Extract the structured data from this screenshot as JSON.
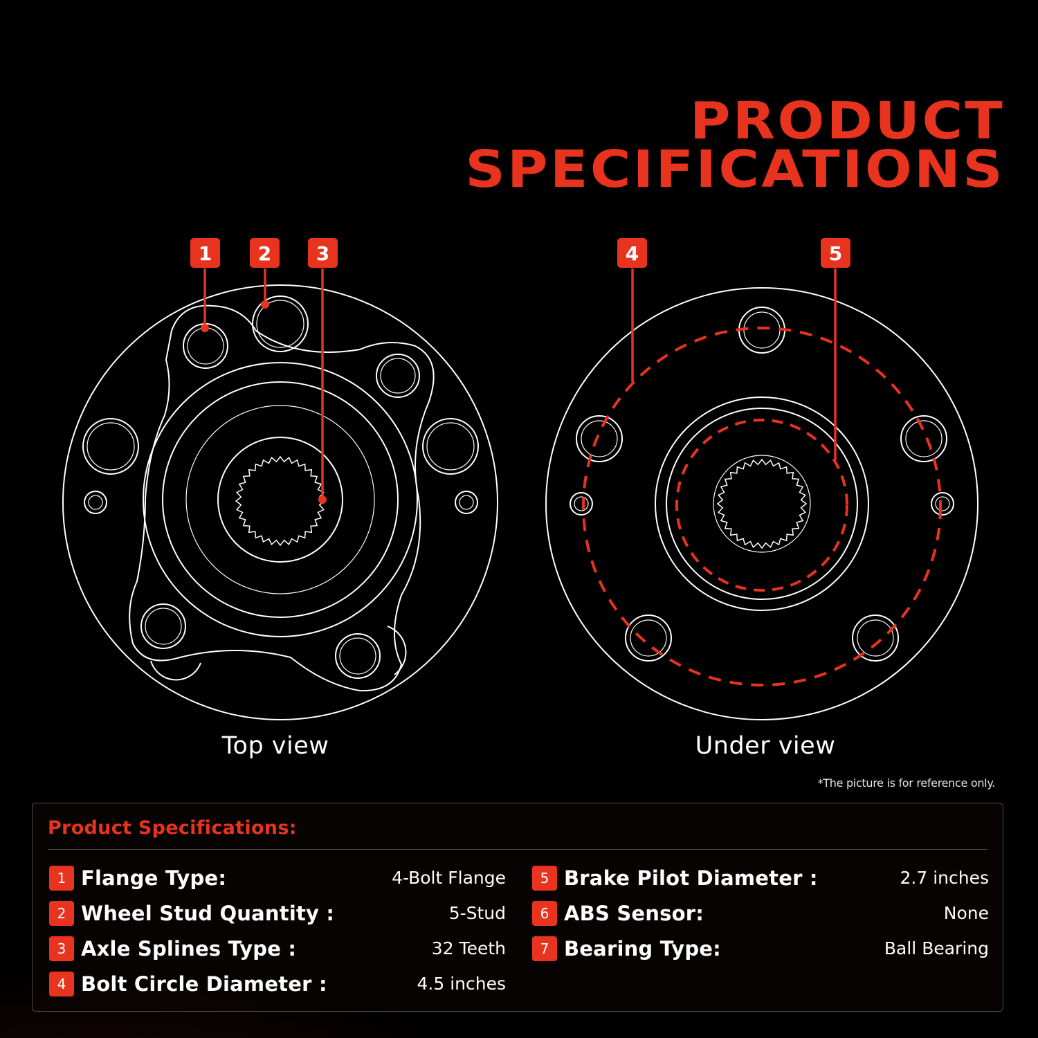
{
  "title": {
    "line1": "PRODUCT",
    "line2": "SPECIFICATIONS"
  },
  "colors": {
    "accent": "#e8331f",
    "background": "#000000",
    "line": "#ffffff"
  },
  "callouts": [
    "1",
    "2",
    "3",
    "4",
    "5"
  ],
  "views": {
    "top": "Top view",
    "under": "Under view"
  },
  "disclaimer": "*The picture is for reference only.",
  "specs": {
    "heading": "Product Specifications:",
    "left": [
      {
        "num": "1",
        "label": "Flange Type:",
        "value": "4-Bolt Flange"
      },
      {
        "num": "2",
        "label": "Wheel Stud Quantity :",
        "value": "5-Stud"
      },
      {
        "num": "3",
        "label": "Axle Splines Type :",
        "value": "32 Teeth"
      },
      {
        "num": "4",
        "label": "Bolt Circle Diameter :",
        "value": "4.5 inches"
      }
    ],
    "right": [
      {
        "num": "5",
        "label": "Brake Pilot Diameter :",
        "value": "2.7 inches"
      },
      {
        "num": "6",
        "label": "ABS Sensor:",
        "value": "None"
      },
      {
        "num": "7",
        "label": "Bearing Type:",
        "value": "Ball Bearing"
      }
    ]
  }
}
